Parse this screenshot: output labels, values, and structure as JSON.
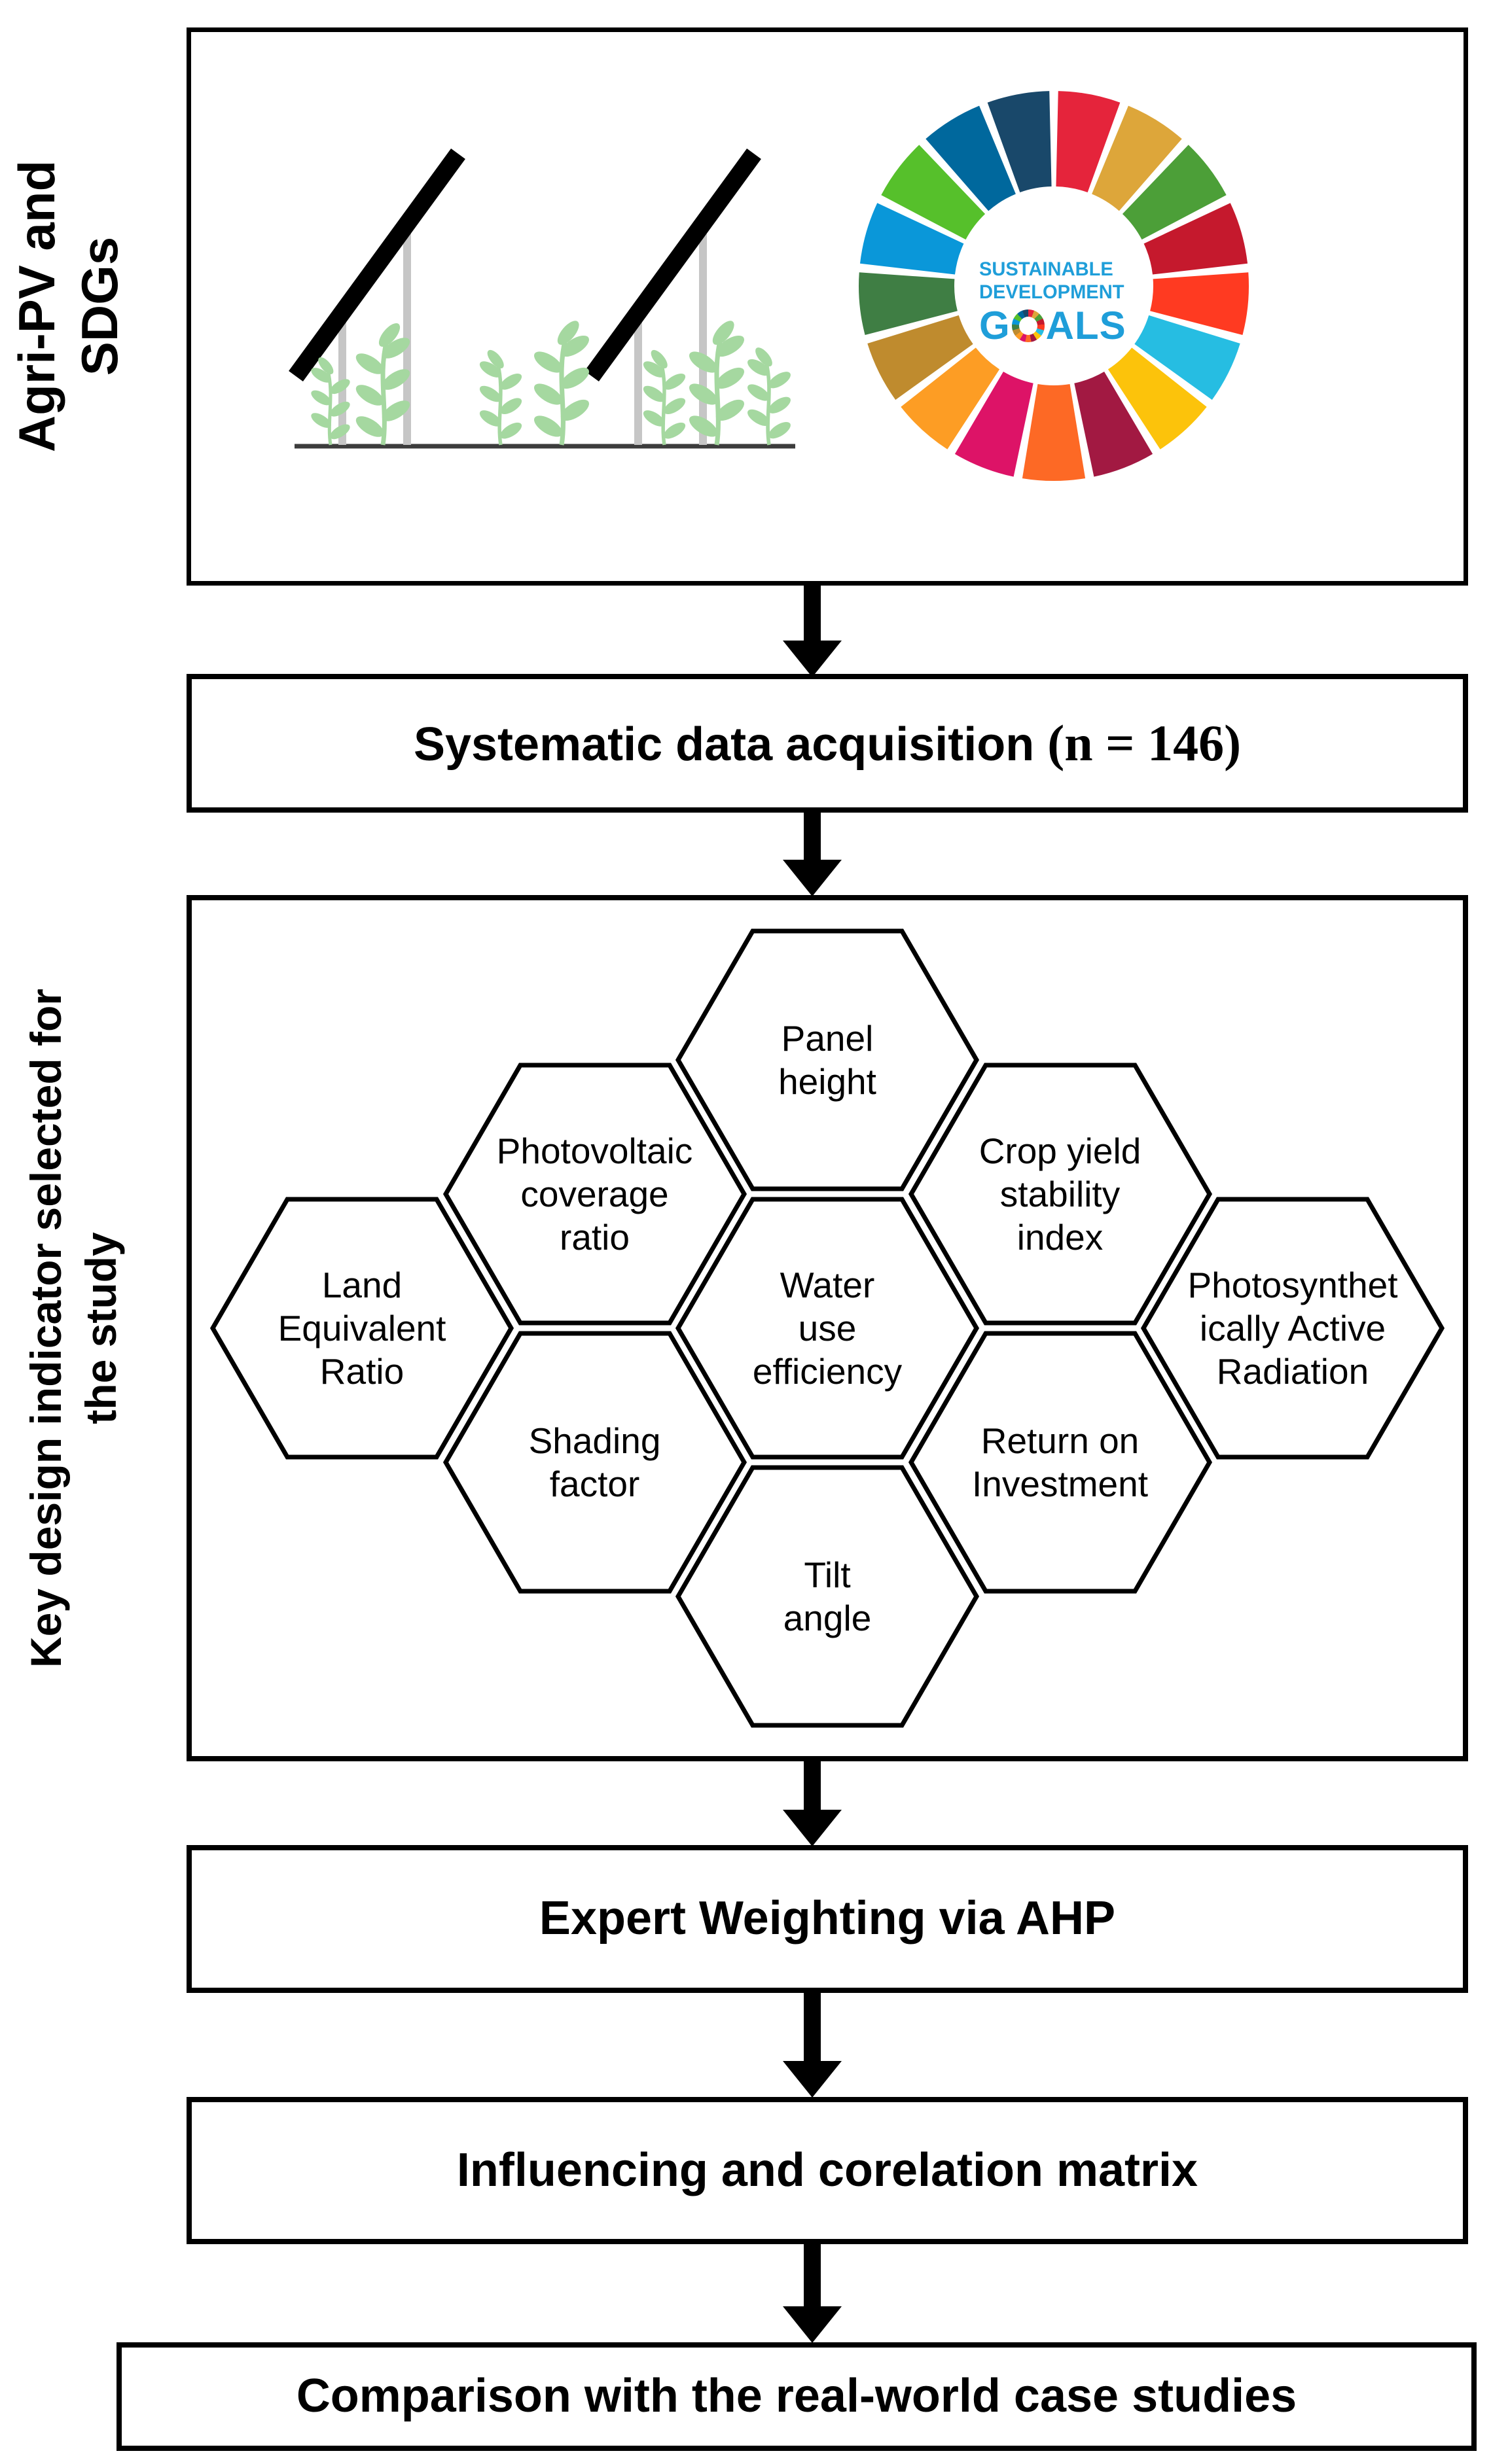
{
  "side_labels": {
    "agri": {
      "line1": "Agri-PV and",
      "line2": "SDGs"
    },
    "key": {
      "line1": "Key design indicator selected for",
      "line2": "the study"
    }
  },
  "flow": {
    "systematic": {
      "full": "Systematic data acquisition (n = 146)",
      "prefix": "Systematic data acquisition ",
      "paren_open": "(",
      "n_var": "n",
      "rest": " = 146)"
    },
    "expert": {
      "label": "Expert Weighting via AHP"
    },
    "influencing": {
      "label": "Influencing and corelation matrix"
    },
    "comparison": {
      "label": "Comparison with the real-world case studies"
    }
  },
  "hexagons": [
    {
      "id": "panel-height",
      "lines": [
        "Panel",
        "height"
      ]
    },
    {
      "id": "photovoltaic-coverage-ratio",
      "lines": [
        "Photovoltaic",
        "coverage",
        "ratio"
      ]
    },
    {
      "id": "crop-yield-stability-index",
      "lines": [
        "Crop yield",
        "stability",
        "index"
      ]
    },
    {
      "id": "land-equivalent-ratio",
      "lines": [
        "Land",
        "Equivalent",
        "Ratio"
      ]
    },
    {
      "id": "water-use-efficiency",
      "lines": [
        "Water",
        "use",
        "efficiency"
      ]
    },
    {
      "id": "photosynthetically-active-radiation",
      "lines": [
        "Photosynthet",
        "ically Active",
        "Radiation"
      ]
    },
    {
      "id": "shading-factor",
      "lines": [
        "Shading",
        "factor"
      ]
    },
    {
      "id": "return-on-investment",
      "lines": [
        "Return on",
        "Investment"
      ]
    },
    {
      "id": "tilt-angle",
      "lines": [
        "Tilt",
        "angle"
      ]
    }
  ],
  "sdg_wheel": {
    "center_lines": {
      "line1": "SUSTAINABLE",
      "line2": "DEVELOPMENT"
    },
    "goals_word": {
      "before_o": "G",
      "after_o": "ALS"
    },
    "text_color": "#1f9ed9",
    "segments": [
      {
        "name": "no-poverty-icon",
        "color": "#E5243B"
      },
      {
        "name": "zero-hunger-icon",
        "color": "#DDA63A"
      },
      {
        "name": "good-health-icon",
        "color": "#4C9F38"
      },
      {
        "name": "quality-education-icon",
        "color": "#C5192D"
      },
      {
        "name": "gender-equality-icon",
        "color": "#FF3A21"
      },
      {
        "name": "clean-water-icon",
        "color": "#26BDE2"
      },
      {
        "name": "clean-energy-icon",
        "color": "#FCC30B"
      },
      {
        "name": "decent-work-icon",
        "color": "#A21942"
      },
      {
        "name": "industry-innovation-icon",
        "color": "#FD6925"
      },
      {
        "name": "reduced-inequalities-icon",
        "color": "#DD1367"
      },
      {
        "name": "sustainable-cities-icon",
        "color": "#FD9D24"
      },
      {
        "name": "responsible-consumption-icon",
        "color": "#BF8B2E"
      },
      {
        "name": "climate-action-icon",
        "color": "#3F7E44"
      },
      {
        "name": "life-below-water-icon",
        "color": "#0A97D9"
      },
      {
        "name": "life-on-land-icon",
        "color": "#56C02B"
      },
      {
        "name": "peace-justice-icon",
        "color": "#00689D"
      },
      {
        "name": "partnerships-icon",
        "color": "#19486A"
      }
    ]
  },
  "illustration": {
    "panel_color": "#000000",
    "post_color": "#c6c6c6",
    "plant_color": "#a5d8a0",
    "ground_color": "#3c3c3c"
  }
}
